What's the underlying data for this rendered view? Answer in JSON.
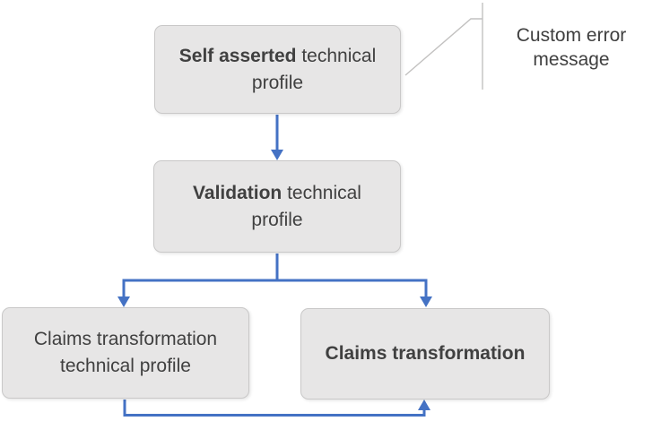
{
  "colors": {
    "accent_blue": "#4472c4",
    "box_fill": "#e7e6e6",
    "box_border": "#c9c8c8",
    "text": "#404040",
    "callout_line": "#c2c1c0",
    "background": "#ffffff"
  },
  "nodes": {
    "self_asserted": {
      "bold_text": "Self asserted",
      "regular_text": " technical profile"
    },
    "validation": {
      "bold_text": "Validation",
      "regular_text": " technical profile"
    },
    "claims_transformation_tp": {
      "regular_text": "Claims transformation technical profile"
    },
    "claims_transformation": {
      "bold_text": "Claims transformation"
    }
  },
  "callout": {
    "label": "Custom error message"
  }
}
